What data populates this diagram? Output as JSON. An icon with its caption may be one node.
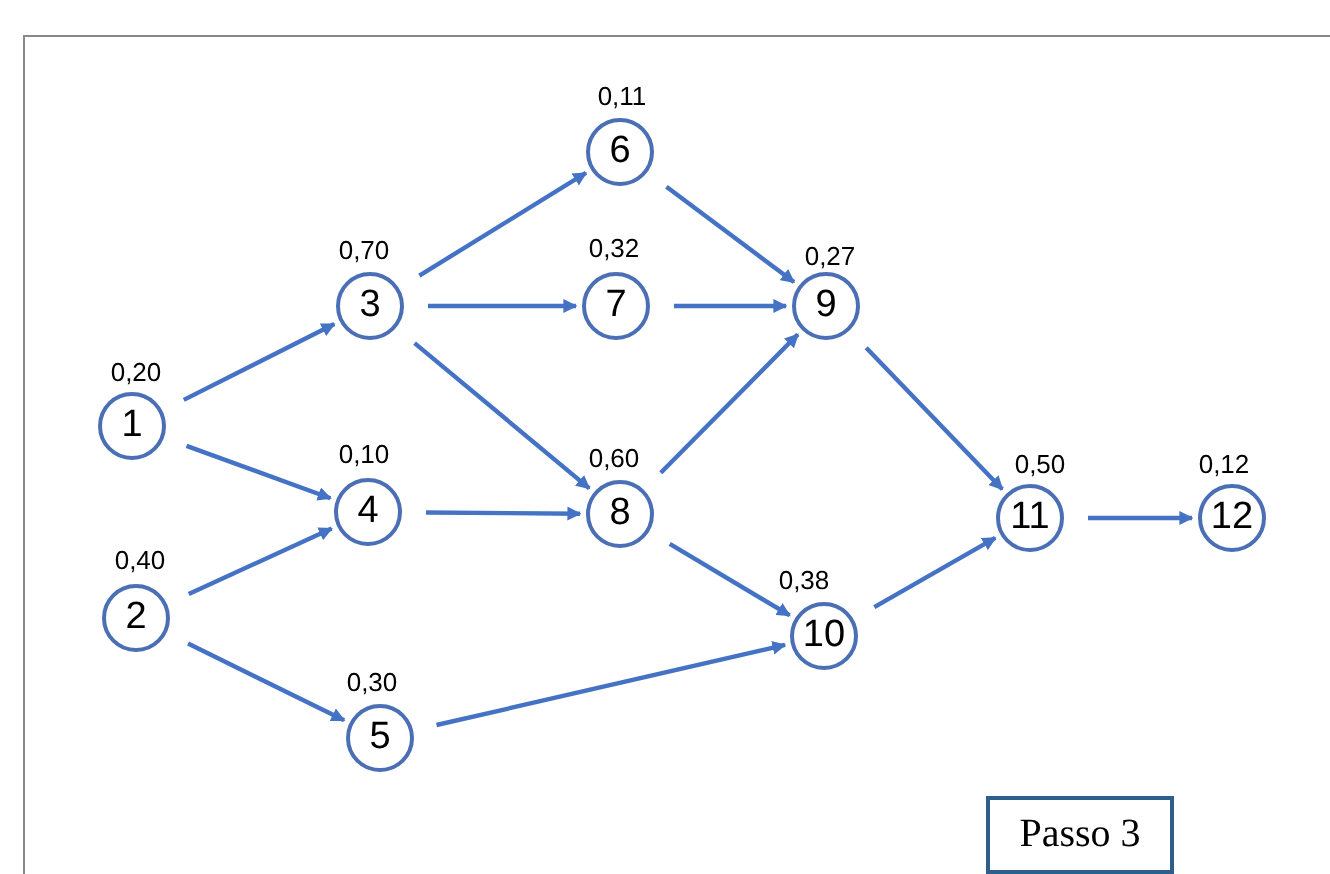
{
  "diagram": {
    "nodes": [
      {
        "text": [
          "1"
        ],
        "beside": [
          "0,20"
        ]
      },
      {
        "text": [
          "2"
        ],
        "beside": [
          "0,40"
        ]
      },
      {
        "text": [
          "3"
        ],
        "beside": [
          "0,70"
        ]
      },
      {
        "text": [
          "4"
        ],
        "beside": [
          "0,10"
        ]
      },
      {
        "text": [
          "5"
        ],
        "beside": [
          "0,30"
        ]
      },
      {
        "text": [
          "6"
        ],
        "beside": [
          "0,11"
        ]
      },
      {
        "text": [
          "7"
        ],
        "beside": [
          "0,32"
        ]
      },
      {
        "text": [
          "8"
        ],
        "beside": [
          "0,60"
        ]
      },
      {
        "text": [
          "9"
        ],
        "beside": [
          "0,27"
        ]
      },
      {
        "text": [
          "10"
        ],
        "beside": [
          "0,38"
        ]
      },
      {
        "text": [
          "11"
        ],
        "beside": [
          "0,50"
        ]
      },
      {
        "text": [
          "12"
        ],
        "beside": [
          "0,12"
        ]
      },
      {
        "text": [
          "Passo 3"
        ]
      }
    ],
    "edges": [
      {
        "from": 0,
        "to": 2,
        "arrow": "to"
      },
      {
        "from": 0,
        "to": 3,
        "arrow": "to"
      },
      {
        "from": 1,
        "to": 3,
        "arrow": "to"
      },
      {
        "from": 1,
        "to": 4,
        "arrow": "to"
      },
      {
        "from": 2,
        "to": 5,
        "arrow": "to"
      },
      {
        "from": 2,
        "to": 6,
        "arrow": "to"
      },
      {
        "from": 2,
        "to": 7,
        "arrow": "to"
      },
      {
        "from": 3,
        "to": 7,
        "arrow": "to"
      },
      {
        "from": 4,
        "to": 9,
        "arrow": "to"
      },
      {
        "from": 5,
        "to": 8,
        "arrow": "to"
      },
      {
        "from": 6,
        "to": 8,
        "arrow": "to"
      },
      {
        "from": 7,
        "to": 8,
        "arrow": "to"
      },
      {
        "from": 7,
        "to": 9,
        "arrow": "to"
      },
      {
        "from": 8,
        "to": 10,
        "arrow": "to"
      },
      {
        "from": 9,
        "to": 10,
        "arrow": "to"
      },
      {
        "from": 10,
        "to": 11,
        "arrow": "to"
      }
    ]
  }
}
